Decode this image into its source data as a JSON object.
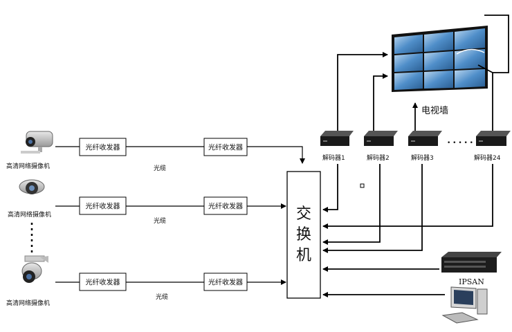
{
  "cameras": [
    {
      "label": "高清网络摄像机",
      "icon": "bullet-camera-icon"
    },
    {
      "label": "高清网络摄像机",
      "icon": "dome-camera-icon"
    },
    {
      "label": "高清网络摄像机",
      "icon": "ptz-camera-icon"
    }
  ],
  "transceiver_label": "光纤收发器",
  "cable_label": "光缆",
  "switch_label": [
    "交",
    "换",
    "机"
  ],
  "decoders": [
    "解码器1",
    "解码器2",
    "解码器3",
    "解码器24"
  ],
  "decoder_ellipsis": "• • • • •",
  "video_wall_label": "电视墙",
  "storage_label": "IPSAN",
  "icons": [
    "monitor-wall-icon",
    "decoder-icon",
    "server-rack-icon",
    "computer-icon"
  ],
  "colors": {
    "line": "#000000",
    "box_stroke": "#000000",
    "screen_blue": "#4f8ec9"
  }
}
